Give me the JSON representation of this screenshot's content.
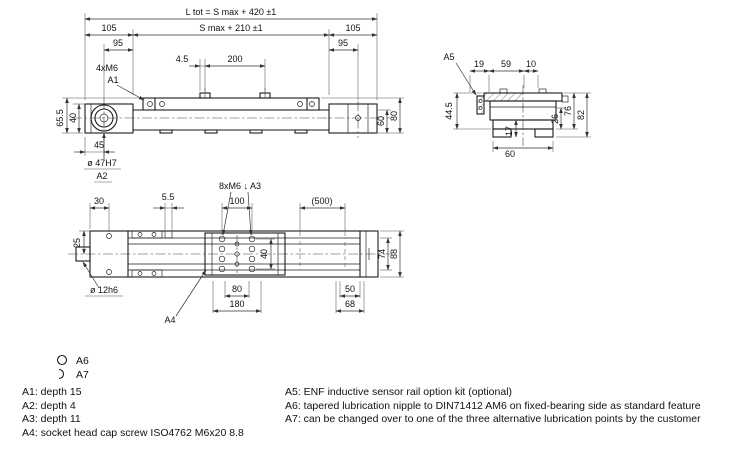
{
  "views": {
    "side": {
      "l_tot": "L tot = S max + 420 ±1",
      "s_max": "S max + 210 ±1",
      "len_left": "105",
      "len_right": "105",
      "off_left": "95",
      "off_right": "95",
      "thread_holes": "4xM6",
      "a1": "A1",
      "gap": "4.5",
      "pitch": "200",
      "h_total": "65.5",
      "h_block": "40",
      "center_dist": "45",
      "bore": "ø 47H7",
      "a2": "A2",
      "h_inner": "60",
      "h_outer": "80"
    },
    "end": {
      "a5": "A5",
      "w19": "19",
      "w59": "59",
      "w10": "10",
      "h44_5": "44.5",
      "h76": "76",
      "h82": "82",
      "h26": "26",
      "h17": "17",
      "w60": "60"
    },
    "plan": {
      "thread_holes": "8xM6 ↓ A3",
      "d30": "30",
      "d5_5": "5.5",
      "d100": "100",
      "d500": "(500)",
      "d25": "25",
      "shaft": "ø 12h6",
      "a4": "A4",
      "d40": "40",
      "d80": "80",
      "d180": "180",
      "d50": "50",
      "d68": "68",
      "w74": "74",
      "w88": "88"
    }
  },
  "legend": {
    "a6": "A6",
    "a7": "A7",
    "left": [
      "A1: depth 15",
      "A2: depth 4",
      "A3: depth 11",
      "A4: socket head cap screw ISO4762 M6x20 8.8"
    ],
    "right": [
      "A5: ENF inductive sensor rail option kit (optional)",
      "A6: tapered lubrication nipple to DIN71412 AM6 on fixed-bearing side as standard feature",
      "A7: can be changed over to one of the three alternative lubrication points by the customer"
    ]
  }
}
